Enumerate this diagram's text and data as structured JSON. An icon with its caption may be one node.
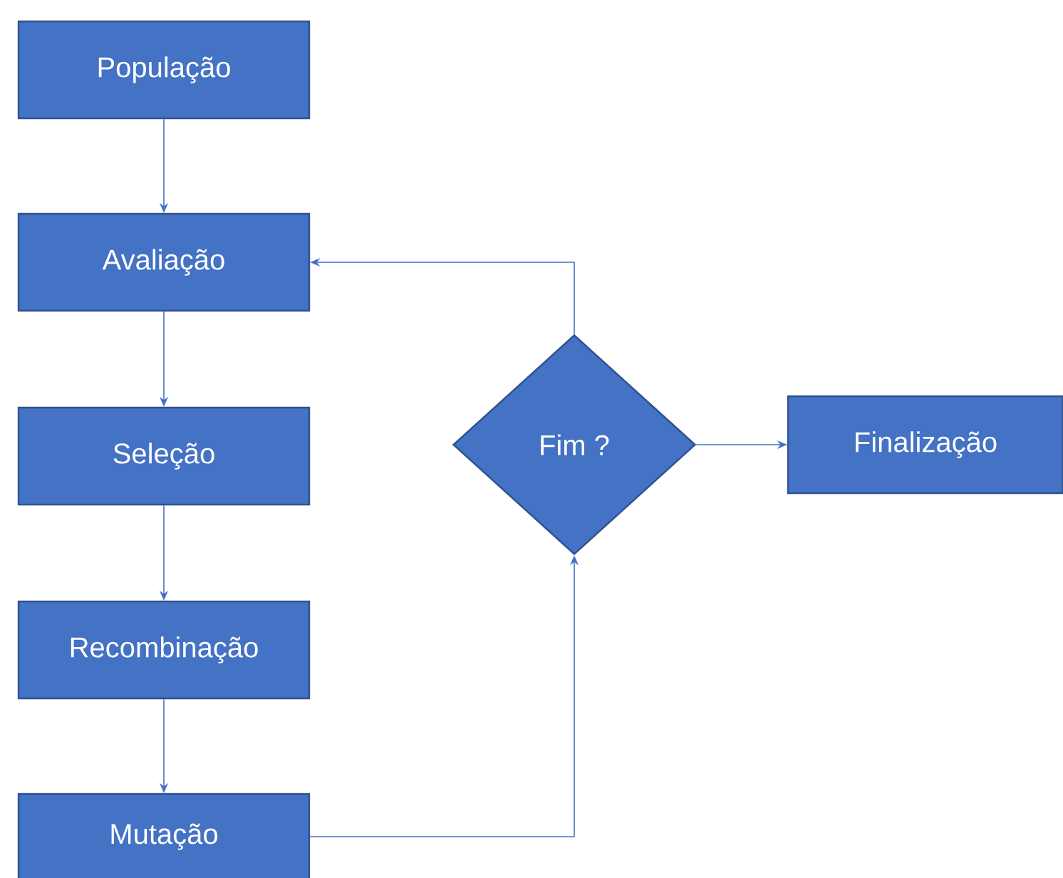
{
  "diagram": {
    "nodes": [
      {
        "text": [
          "População"
        ]
      },
      {
        "text": [
          "Avaliação"
        ]
      },
      {
        "text": [
          "Seleção"
        ]
      },
      {
        "text": [
          "Recombinação"
        ]
      },
      {
        "text": [
          "Mutação"
        ]
      },
      {
        "text": [
          "Fim ?"
        ]
      },
      {
        "text": [
          "Finalização"
        ]
      }
    ],
    "edges": [
      {
        "from": 0,
        "to": 1,
        "arrow": "to"
      },
      {
        "from": 1,
        "to": 2,
        "arrow": "to"
      },
      {
        "from": 2,
        "to": 3,
        "arrow": "to"
      },
      {
        "from": 3,
        "to": 4,
        "arrow": "to"
      },
      {
        "from": 4,
        "to": 5,
        "arrow": "to"
      },
      {
        "from": 5,
        "to": 1,
        "arrow": "to"
      },
      {
        "from": 5,
        "to": 6,
        "arrow": "to"
      }
    ]
  }
}
